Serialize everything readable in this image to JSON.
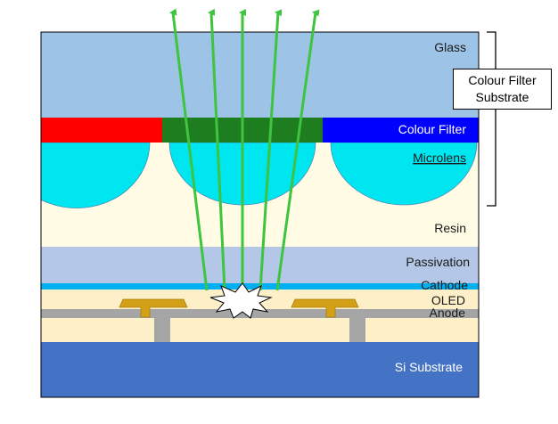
{
  "layers": {
    "glass": "Glass",
    "colour_filter": "Colour Filter",
    "microlens": "Microlens",
    "resin": "Resin",
    "passivation": "Passivation",
    "cathode": "Cathode",
    "oled": "OLED",
    "anode": "Anode",
    "si_substrate": "Si Substrate"
  },
  "callout": {
    "line1": "Colour Filter",
    "line2": "Substrate"
  },
  "colors": {
    "glass": "#9dc3e6",
    "filter_red": "#ff0000",
    "filter_green": "#1e7d1e",
    "filter_blue": "#0000ff",
    "microlens": "#00e6f0",
    "resin": "#fffbe5",
    "passivation": "#b4c7e7",
    "cathode": "#00b0f0",
    "oled_layer": "#fdf0c8",
    "anode": "#a5a5a5",
    "electrode": "#d4a017",
    "si_substrate": "#4472c4",
    "light_ray": "#3ec43e"
  }
}
